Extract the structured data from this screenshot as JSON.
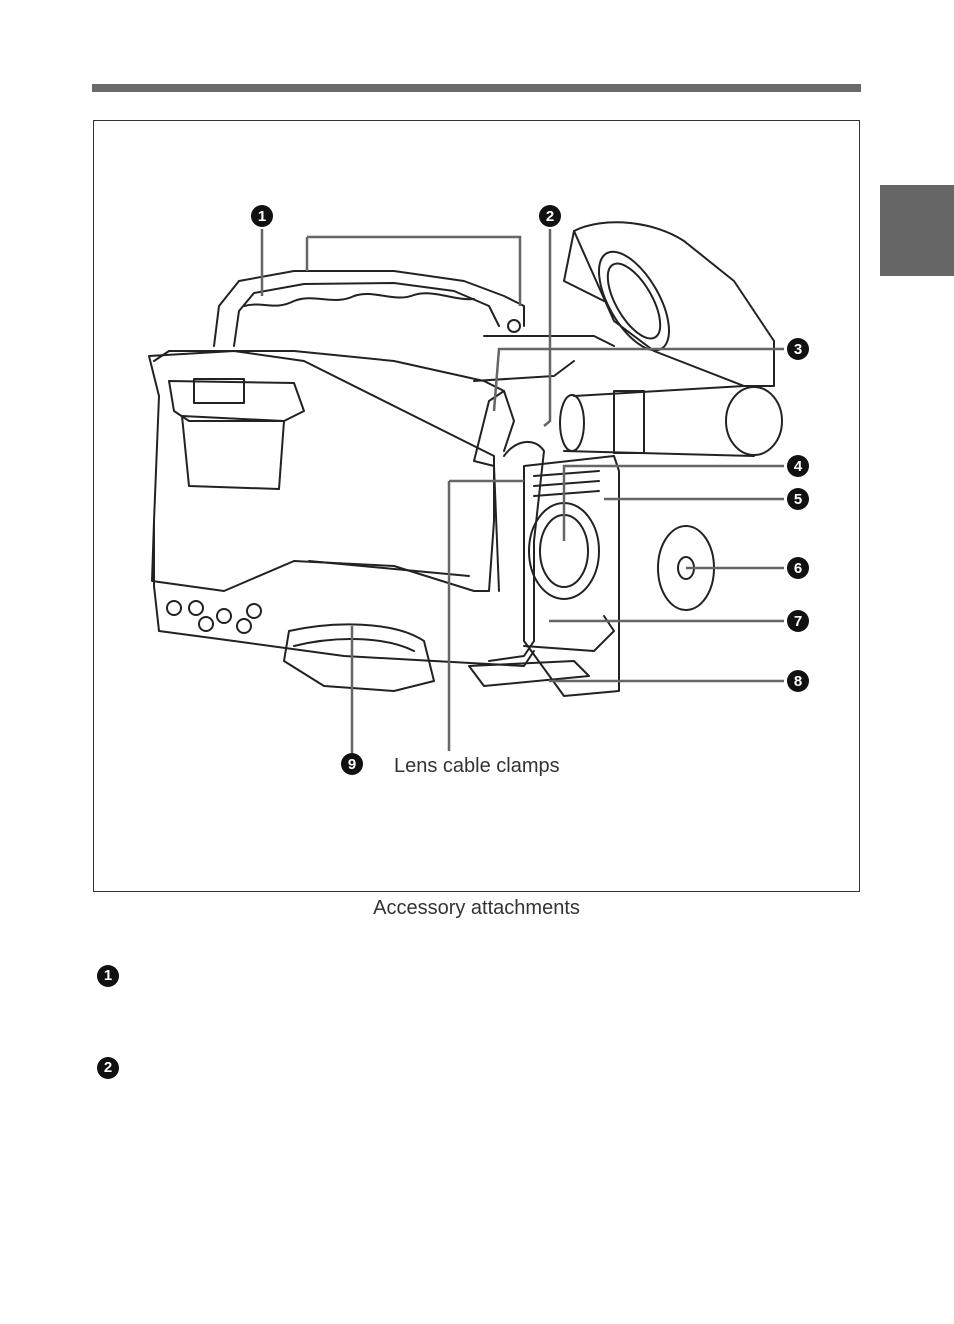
{
  "page": {
    "caption": "Accessory attachments",
    "lens_cable_label": "Lens cable clamps"
  },
  "callouts": [
    "1",
    "2",
    "3",
    "4",
    "5",
    "6",
    "7",
    "8",
    "9"
  ],
  "list_markers": [
    "1",
    "2"
  ],
  "colors": {
    "rule": "#6a6a6a",
    "side_tab": "#666666",
    "callout_fill": "#111111"
  }
}
